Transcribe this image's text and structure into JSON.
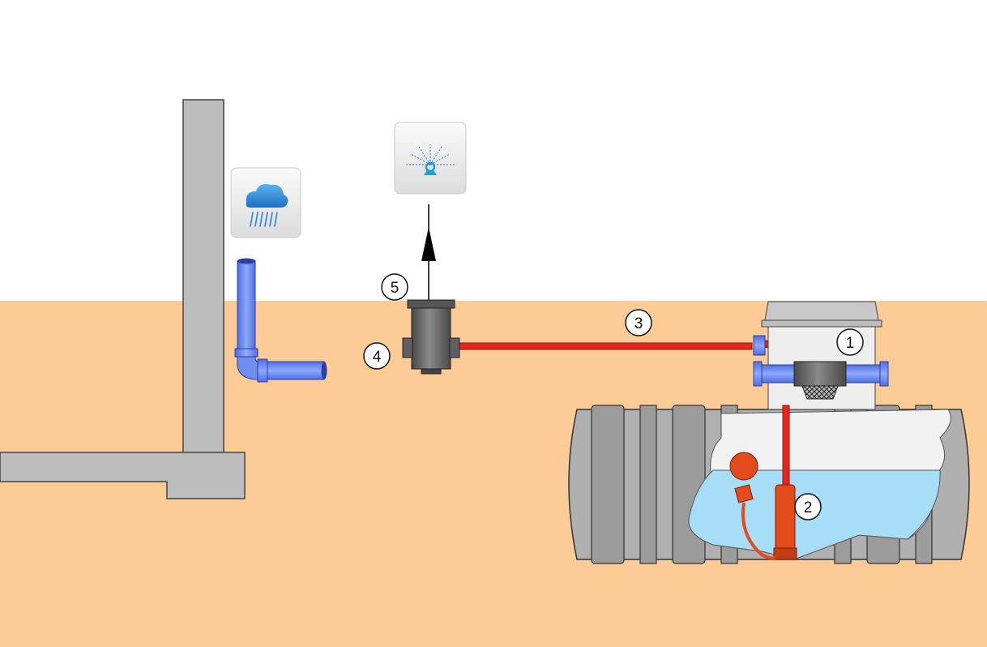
{
  "colors": {
    "soil": "#FCCB96",
    "sky": "#FFFFFF",
    "concrete": "#BDBDBD",
    "rain_pipe": "#6E8EF0",
    "pressure_pipe": "#E8251B",
    "tank_body": "#B0B0B0",
    "water": "#A8DDF7",
    "filter": "#5F5F5F",
    "pump": "#E34A1C"
  },
  "icons": {
    "rain": "rain-cloud-icon",
    "irrigation": "sprinkler-icon"
  },
  "callouts": [
    "1",
    "2",
    "3",
    "4",
    "5"
  ]
}
